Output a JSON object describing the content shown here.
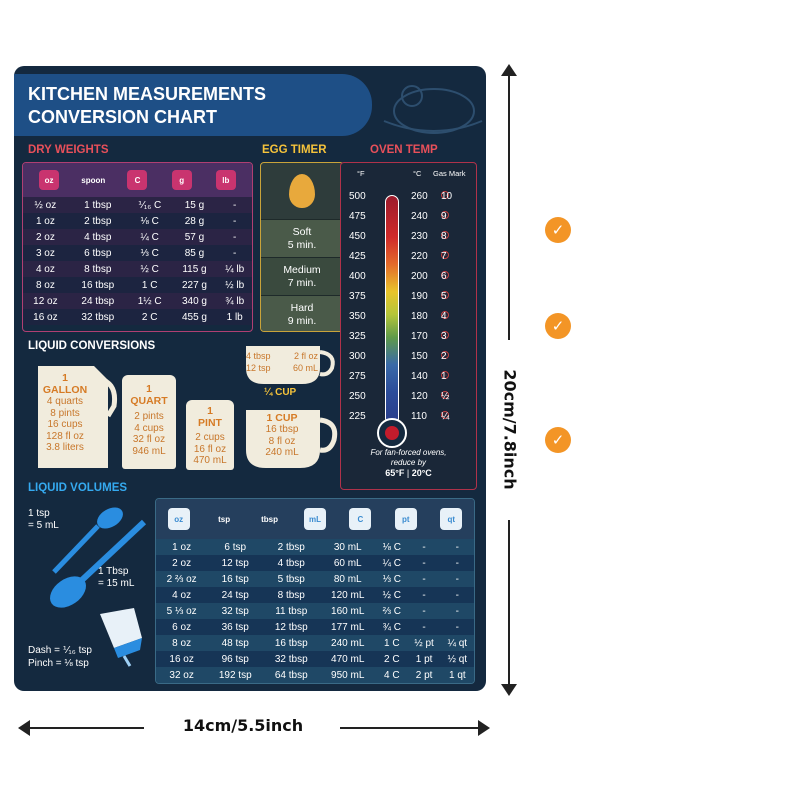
{
  "header": {
    "title_line1": "KITCHEN MEASUREMENTS",
    "title_line2": "CONVERSION CHART"
  },
  "dry_weights": {
    "title": "DRY WEIGHTS",
    "icons": [
      "oz",
      "spoon",
      "C",
      "g",
      "lb"
    ],
    "rows": [
      [
        "½ oz",
        "1 tbsp",
        "⅟₁₆ C",
        "15 g",
        "-"
      ],
      [
        "1 oz",
        "2 tbsp",
        "⅛ C",
        "28 g",
        "-"
      ],
      [
        "2 oz",
        "4 tbsp",
        "¼ C",
        "57 g",
        "-"
      ],
      [
        "3 oz",
        "6 tbsp",
        "⅓ C",
        "85 g",
        "-"
      ],
      [
        "4 oz",
        "8 tbsp",
        "½ C",
        "115 g",
        "¼ lb"
      ],
      [
        "8 oz",
        "16 tbsp",
        "1 C",
        "227 g",
        "½ lb"
      ],
      [
        "12 oz",
        "24 tbsp",
        "1½ C",
        "340 g",
        "¾ lb"
      ],
      [
        "16 oz",
        "32 tbsp",
        "2 C",
        "455 g",
        "1 lb"
      ]
    ]
  },
  "egg_timer": {
    "title": "EGG TIMER",
    "items": [
      {
        "name": "Soft",
        "time": "5 min."
      },
      {
        "name": "Medium",
        "time": "7 min."
      },
      {
        "name": "Hard",
        "time": "9 min."
      }
    ]
  },
  "oven_temp": {
    "title": "OVEN TEMP",
    "headers": {
      "f": "°F",
      "c": "°C",
      "gas": "Gas Mark"
    },
    "rows": [
      {
        "f": "500",
        "c": "260",
        "gas": "10"
      },
      {
        "f": "475",
        "c": "240",
        "gas": "9"
      },
      {
        "f": "450",
        "c": "230",
        "gas": "8"
      },
      {
        "f": "425",
        "c": "220",
        "gas": "7"
      },
      {
        "f": "400",
        "c": "200",
        "gas": "6"
      },
      {
        "f": "375",
        "c": "190",
        "gas": "5"
      },
      {
        "f": "350",
        "c": "180",
        "gas": "4"
      },
      {
        "f": "325",
        "c": "170",
        "gas": "3"
      },
      {
        "f": "300",
        "c": "150",
        "gas": "2"
      },
      {
        "f": "275",
        "c": "140",
        "gas": "1"
      },
      {
        "f": "250",
        "c": "120",
        "gas": "½"
      },
      {
        "f": "225",
        "c": "110",
        "gas": "¼"
      }
    ],
    "note_line1": "For fan-forced ovens,",
    "note_line2": "reduce by",
    "note_f": "65°F",
    "note_sep": "|",
    "note_c": "20°C"
  },
  "liquid_conversions": {
    "title": "LIQUID CONVERSIONS",
    "gallon": {
      "heading": "1\nGALLON",
      "lines": [
        "4 quarts",
        "8 pints",
        "16 cups",
        "128 fl oz",
        "3.8 liters"
      ]
    },
    "quart": {
      "heading": "1\nQUART",
      "lines": [
        "2 pints",
        "4 cups",
        "32 fl oz",
        "946 mL"
      ]
    },
    "pint": {
      "heading": "1\nPINT",
      "lines": [
        "2 cups",
        "16 fl oz",
        "470 mL"
      ]
    },
    "cup": {
      "heading": "1 CUP",
      "lines": [
        "16 tbsp",
        "8 fl oz",
        "240 mL"
      ]
    },
    "quarter_cup": {
      "label": "¼ CUP",
      "a": "4 tbsp",
      "b": "2 fl oz",
      "c": "12 tsp",
      "d": "60 mL"
    }
  },
  "liquid_volumes": {
    "title": "LIQUID VOLUMES",
    "tsp_label": "1 tsp",
    "tsp_value": "= 5 mL",
    "tbsp_label": "1 Tbsp",
    "tbsp_value": "= 15 mL",
    "dash": "Dash = ⅟₁₆ tsp",
    "pinch": "Pinch = ⅛ tsp",
    "icons": [
      "oz",
      "tsp",
      "tbsp",
      "mL",
      "C",
      "pt",
      "qt"
    ],
    "rows": [
      [
        "1 oz",
        "6 tsp",
        "2 tbsp",
        "30 mL",
        "⅛ C",
        "-",
        "-"
      ],
      [
        "2 oz",
        "12 tsp",
        "4 tbsp",
        "60 mL",
        "¼ C",
        "-",
        "-"
      ],
      [
        "2 ⅔ oz",
        "16 tsp",
        "5 tbsp",
        "80 mL",
        "⅓ C",
        "-",
        "-"
      ],
      [
        "4 oz",
        "24 tsp",
        "8 tbsp",
        "120 mL",
        "½ C",
        "-",
        "-"
      ],
      [
        "5 ⅓ oz",
        "32 tsp",
        "11 tbsp",
        "160 mL",
        "⅔ C",
        "-",
        "-"
      ],
      [
        "6 oz",
        "36 tsp",
        "12 tbsp",
        "177 mL",
        "¾ C",
        "-",
        "-"
      ],
      [
        "8 oz",
        "48 tsp",
        "16 tbsp",
        "240 mL",
        "1 C",
        "½ pt",
        "¼ qt"
      ],
      [
        "16 oz",
        "96 tsp",
        "32 tbsp",
        "470 mL",
        "2 C",
        "1 pt",
        "½ qt"
      ],
      [
        "32 oz",
        "192 tsp",
        "64 tbsp",
        "950 mL",
        "4 C",
        "2 pt",
        "1 qt"
      ]
    ]
  },
  "dimensions": {
    "width": "14cm/5.5inch",
    "height": "20cm/7.8inch"
  },
  "colors": {
    "panel": "#14293f",
    "accent_orange": "#f39526",
    "banner": "#1e4f86"
  }
}
